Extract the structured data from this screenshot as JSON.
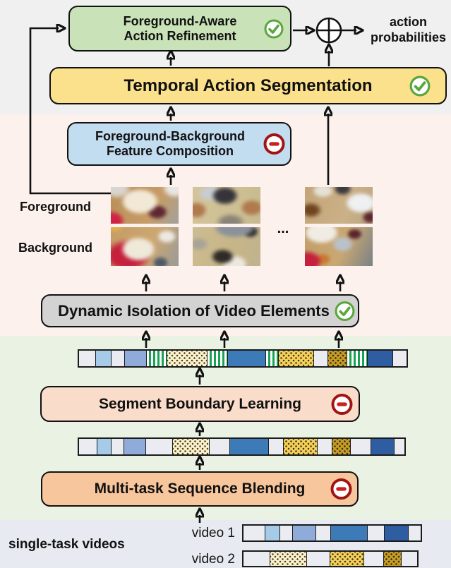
{
  "palette": {
    "bg_top": "#f0f0f1",
    "bg_mid": "#fcf1ec",
    "bg_lower": "#e9f2e3",
    "bg_bottom": "#e7ebf1",
    "box_refine": "#c9e2b7",
    "box_tas": "#fbe18c",
    "box_comp": "#c2dcf0",
    "box_iso": "#d3d3d3",
    "box_boundary": "#fadcca",
    "box_blend": "#f8c69d",
    "seg_plain": "#eaecf1",
    "seg_blue_light": "#a6cbe9",
    "seg_blue_mid": "#8fabd9",
    "seg_blue_deep": "#3c7ab8",
    "seg_blue_navy": "#2f5da1",
    "seg_cream": "#faf1cf",
    "seg_gold": "#f3cf5c",
    "seg_darkgold": "#c59c25",
    "seg_boundary_green": "#18a354",
    "icon_check_green": "#5aa73e",
    "icon_freeze_ring": "#a01414",
    "icon_freeze_bar": "#cc1f1f",
    "line_color": "#111111"
  },
  "nodes": {
    "refine": {
      "line1": "Foreground-Aware",
      "line2": "Action Refinement",
      "status": "trainable"
    },
    "tas": {
      "label": "Temporal Action Segmentation",
      "status": "trainable"
    },
    "comp": {
      "line1": "Foreground-Background",
      "line2": "Feature Composition",
      "status": "frozen"
    },
    "iso": {
      "label": "Dynamic Isolation of Video Elements",
      "status": "trainable"
    },
    "boundary": {
      "label": "Segment Boundary Learning",
      "status": "frozen"
    },
    "blend": {
      "label": "Multi-task Sequence Blending",
      "status": "frozen"
    }
  },
  "labels": {
    "output_line1": "action",
    "output_line2": "probabilities",
    "foreground": "Foreground",
    "background": "Background",
    "ellipsis": "...",
    "single_task": "single-task videos",
    "video1": "video 1",
    "video2": "video 2"
  },
  "bars": {
    "boundary_bar": {
      "segments": [
        {
          "type": "plain",
          "w": 23
        },
        {
          "type": "blue_light",
          "w": 22
        },
        {
          "type": "plain",
          "w": 18
        },
        {
          "type": "blue_mid",
          "w": 30
        },
        {
          "type": "boundary",
          "w": 29
        },
        {
          "type": "cream",
          "w": 57
        },
        {
          "type": "boundary",
          "w": 28
        },
        {
          "type": "blue_deep",
          "w": 54
        },
        {
          "type": "boundary",
          "w": 17
        },
        {
          "type": "gold",
          "w": 50
        },
        {
          "type": "plain",
          "w": 19
        },
        {
          "type": "darkgold",
          "w": 27
        },
        {
          "type": "boundary",
          "w": 28
        },
        {
          "type": "blue_navy",
          "w": 36
        },
        {
          "type": "plain",
          "w": 19
        }
      ]
    },
    "blended_bar": {
      "segments": [
        {
          "type": "plain",
          "w": 25
        },
        {
          "type": "blue_light",
          "w": 20
        },
        {
          "type": "plain",
          "w": 17
        },
        {
          "type": "blue_mid",
          "w": 30
        },
        {
          "type": "plain",
          "w": 38
        },
        {
          "type": "cream",
          "w": 52
        },
        {
          "type": "plain",
          "w": 28
        },
        {
          "type": "blue_deep",
          "w": 55
        },
        {
          "type": "plain",
          "w": 20
        },
        {
          "type": "gold",
          "w": 48
        },
        {
          "type": "plain",
          "w": 20
        },
        {
          "type": "darkgold",
          "w": 26
        },
        {
          "type": "plain",
          "w": 28
        },
        {
          "type": "blue_navy",
          "w": 33
        },
        {
          "type": "plain",
          "w": 14
        }
      ]
    },
    "video1_bar": {
      "segments": [
        {
          "type": "plain",
          "w": 30
        },
        {
          "type": "blue_light",
          "w": 20
        },
        {
          "type": "plain",
          "w": 17
        },
        {
          "type": "blue_mid",
          "w": 32
        },
        {
          "type": "plain",
          "w": 20
        },
        {
          "type": "blue_deep",
          "w": 52
        },
        {
          "type": "plain",
          "w": 23
        },
        {
          "type": "blue_navy",
          "w": 33
        },
        {
          "type": "plain",
          "w": 17
        }
      ]
    },
    "video2_bar": {
      "segments": [
        {
          "type": "plain",
          "w": 37
        },
        {
          "type": "cream",
          "w": 52
        },
        {
          "type": "plain",
          "w": 32
        },
        {
          "type": "gold",
          "w": 48
        },
        {
          "type": "plain",
          "w": 27
        },
        {
          "type": "darkgold",
          "w": 25
        },
        {
          "type": "plain",
          "w": 22
        }
      ]
    }
  }
}
